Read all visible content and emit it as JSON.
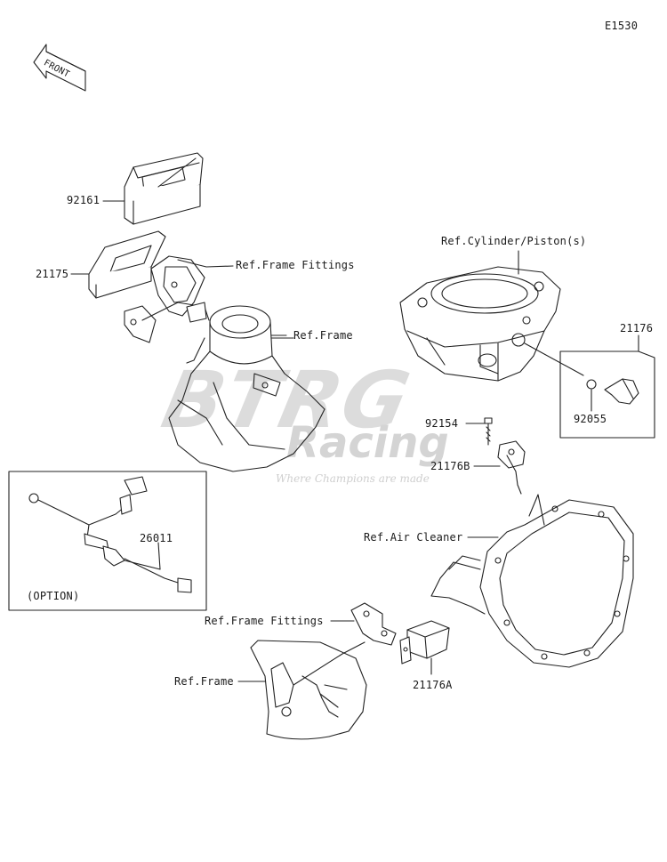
{
  "diagram_code": "E1530",
  "front_badge": "FRONT",
  "watermark": {
    "brand_top": "BTRG",
    "brand_bottom": "Racing",
    "tagline": "Where Champions are made"
  },
  "labels": {
    "p92161": "92161",
    "p21175": "21175",
    "ref_frame_fittings_top": "Ref.Frame Fittings",
    "ref_frame_top": "Ref.Frame",
    "ref_cylinder": "Ref.Cylinder/Piston(s)",
    "p21176": "21176",
    "p92055": "92055",
    "p92154": "92154",
    "p21176B": "21176B",
    "ref_air_cleaner": "Ref.Air Cleaner",
    "p26011": "26011",
    "option": "(OPTION)",
    "ref_frame_fittings_bottom": "Ref.Frame Fittings",
    "ref_frame_bottom": "Ref.Frame",
    "p21176A": "21176A"
  }
}
